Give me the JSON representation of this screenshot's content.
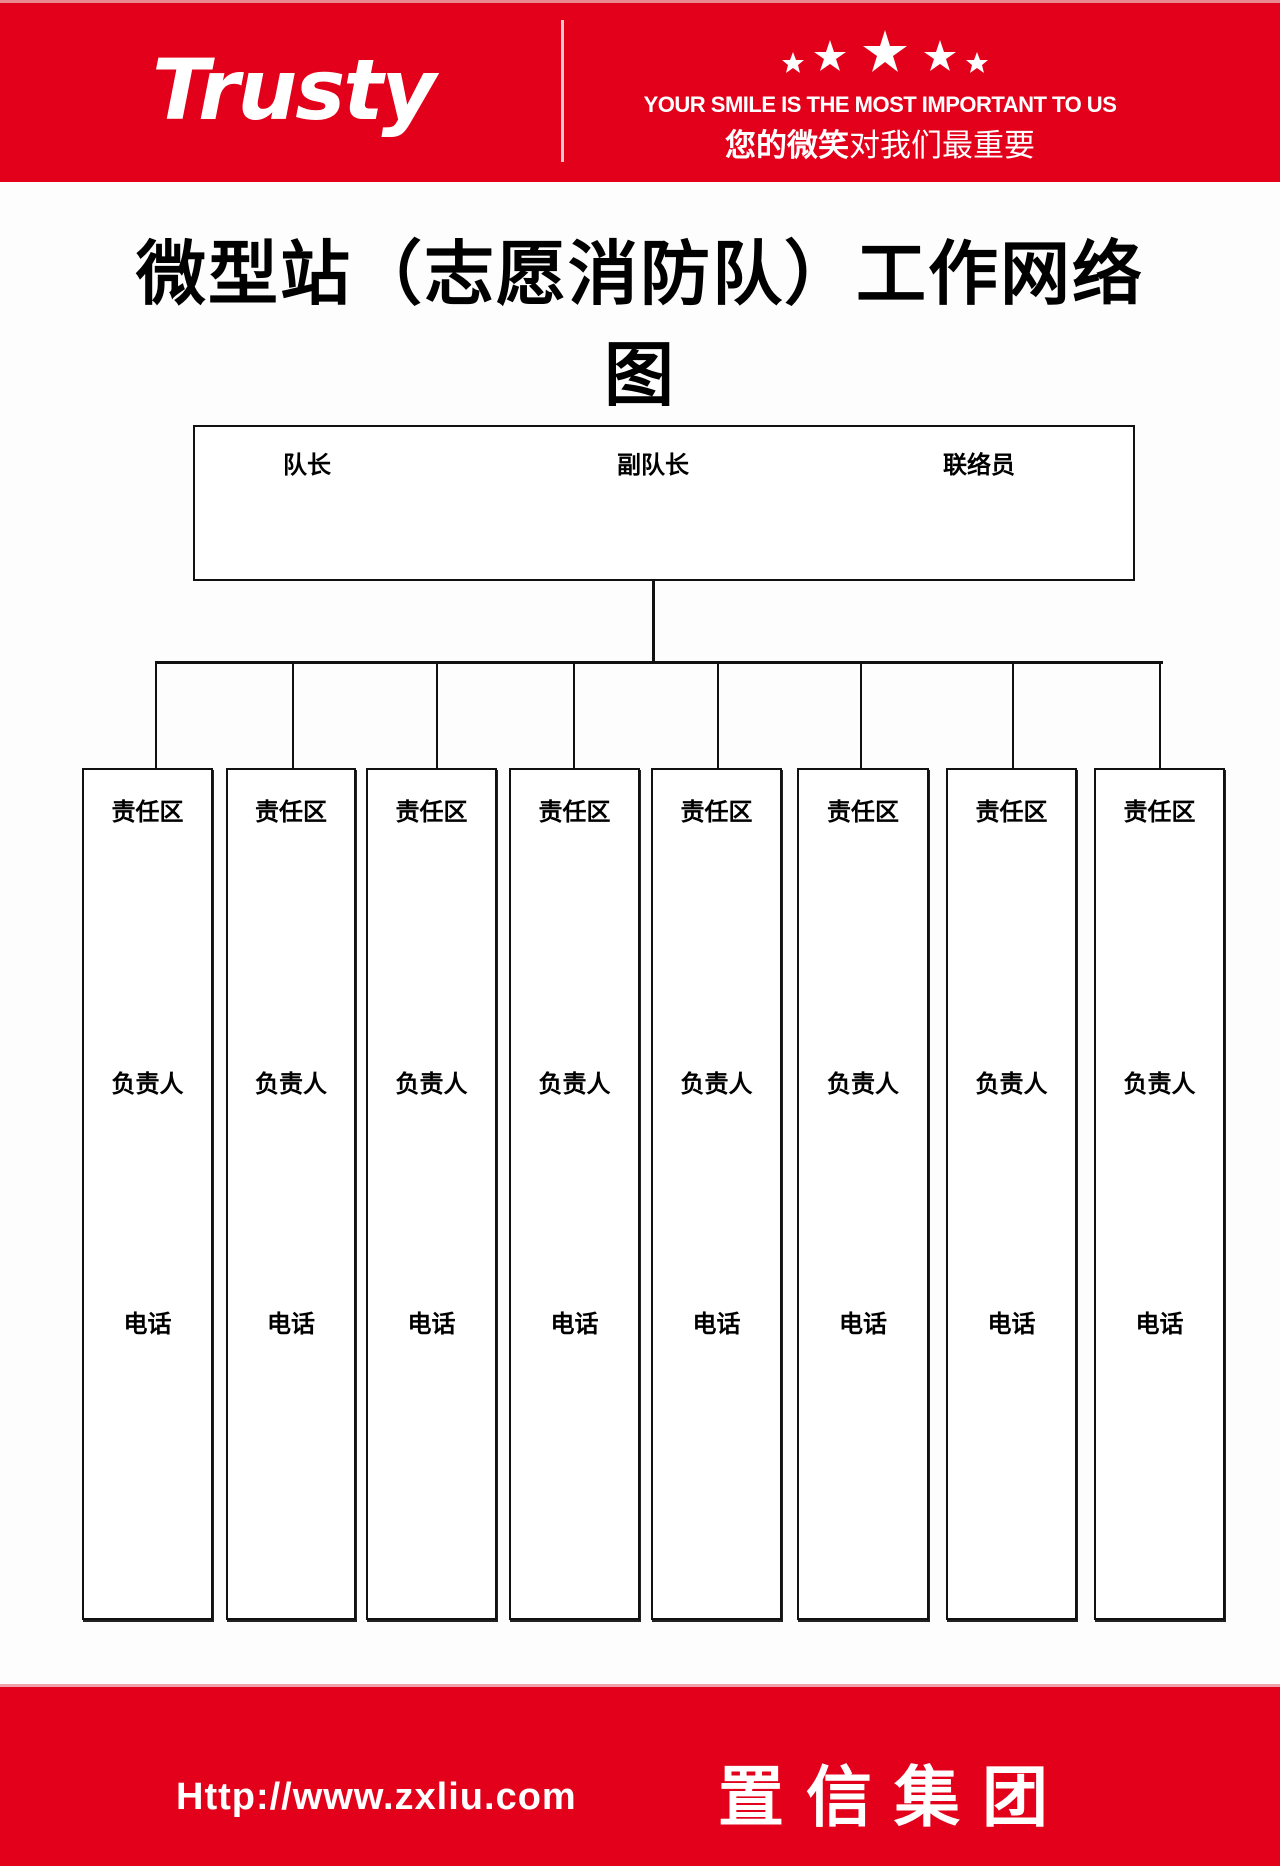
{
  "header": {
    "logo": "Trusty",
    "slogan_en": "YOUR  SMILE IS THE MOST IMPORTANT TO US",
    "slogan_cn_bold": "您的微笑",
    "slogan_cn_rest": "对我们最重要",
    "stars_icon": "five-stars-icon",
    "background_color": "#e2001a"
  },
  "title": "微型站（志愿消防队）工作网络图",
  "top_box": {
    "roles": [
      "队长",
      "副队长",
      "联络员"
    ]
  },
  "zones": [
    {
      "zone": "责任区",
      "person": "负责人",
      "phone": "电话"
    },
    {
      "zone": "责任区",
      "person": "负责人",
      "phone": "电话"
    },
    {
      "zone": "责任区",
      "person": "负责人",
      "phone": "电话"
    },
    {
      "zone": "责任区",
      "person": "负责人",
      "phone": "电话"
    },
    {
      "zone": "责任区",
      "person": "负责人",
      "phone": "电话"
    },
    {
      "zone": "责任区",
      "person": "负责人",
      "phone": "电话"
    },
    {
      "zone": "责任区",
      "person": "负责人",
      "phone": "电话"
    },
    {
      "zone": "责任区",
      "person": "负责人",
      "phone": "电话"
    }
  ],
  "footer": {
    "url": "Http://www.zxliu.com",
    "company": "置信集团"
  }
}
